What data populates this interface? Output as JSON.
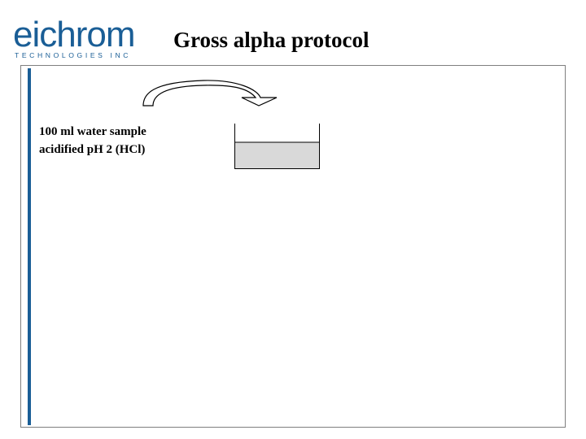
{
  "logo": {
    "word": "eichrom",
    "subtitle": "TECHNOLOGIES  INC"
  },
  "slide": {
    "title": "Gross alpha protocol"
  },
  "step": {
    "label_line1": "100 ml water sample",
    "label_line2": "acidified pH 2 (HCl)"
  },
  "colors": {
    "brand_blue": "#1a5e96",
    "liquid_fill": "#d9d9d9",
    "frame_border": "#7f7f7f"
  },
  "icons": [
    "curved-arrow-icon",
    "beaker-icon"
  ]
}
